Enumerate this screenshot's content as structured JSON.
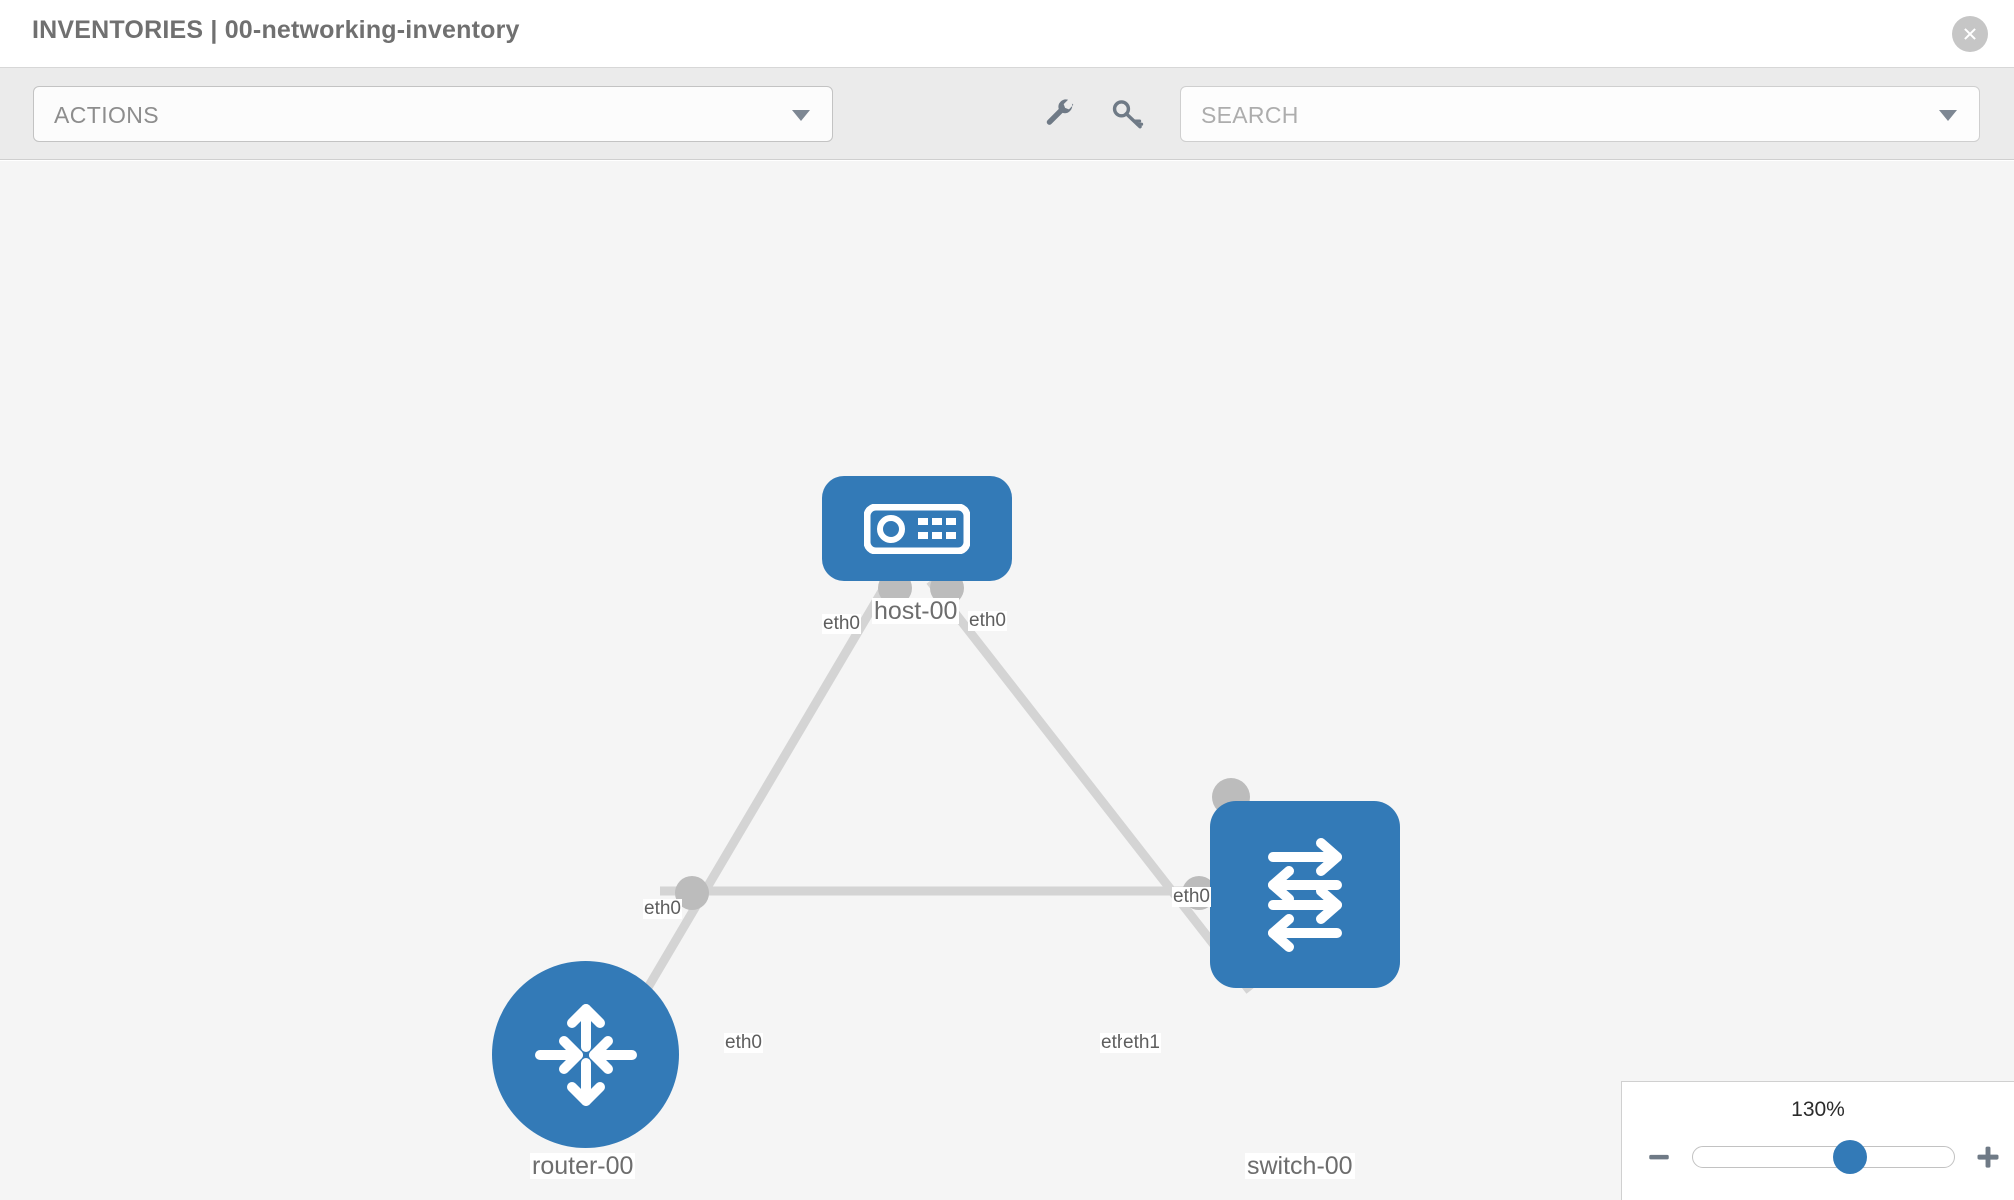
{
  "header": {
    "title": "INVENTORIES | 00-networking-inventory",
    "close_label": "close-icon"
  },
  "toolbar": {
    "actions_label": "ACTIONS",
    "actions_caret": "chevron-down-icon",
    "wrench_icon": "wrench-icon",
    "key_icon": "key-icon",
    "search_placeholder": "SEARCH",
    "search_caret": "chevron-down-icon"
  },
  "topology": {
    "nodes": [
      {
        "id": "host-00",
        "label": "host-00",
        "type": "host",
        "shape": "rounded-rect",
        "color": "#337ab7"
      },
      {
        "id": "router-00",
        "label": "router-00",
        "type": "router",
        "shape": "circle",
        "color": "#337ab7"
      },
      {
        "id": "switch-00",
        "label": "switch-00",
        "type": "switch",
        "shape": "rounded-rect",
        "color": "#337ab7"
      }
    ],
    "links": [
      {
        "from": "host-00",
        "to": "router-00",
        "from_iface": "eth0",
        "to_iface": "eth0"
      },
      {
        "from": "host-00",
        "to": "switch-00",
        "from_iface": "eth0",
        "to_iface": "eth0"
      },
      {
        "from": "router-00",
        "to": "switch-00",
        "from_iface": "eth0",
        "to_iface": "eth1"
      }
    ],
    "iface_labels": {
      "host_left": "eth0",
      "host_right": "eth0",
      "router_upper": "eth0",
      "switch_upper": "eth0",
      "router_right": "eth0",
      "switch_left_back": "eth0",
      "switch_left_front": "eth1"
    },
    "edge_color": "#d4d4d4",
    "port_color": "#bcbcbc"
  },
  "zoom": {
    "value": "130%",
    "minus_label": "zoom-out",
    "plus_label": "zoom-in",
    "thumb_position_pct": 60
  }
}
